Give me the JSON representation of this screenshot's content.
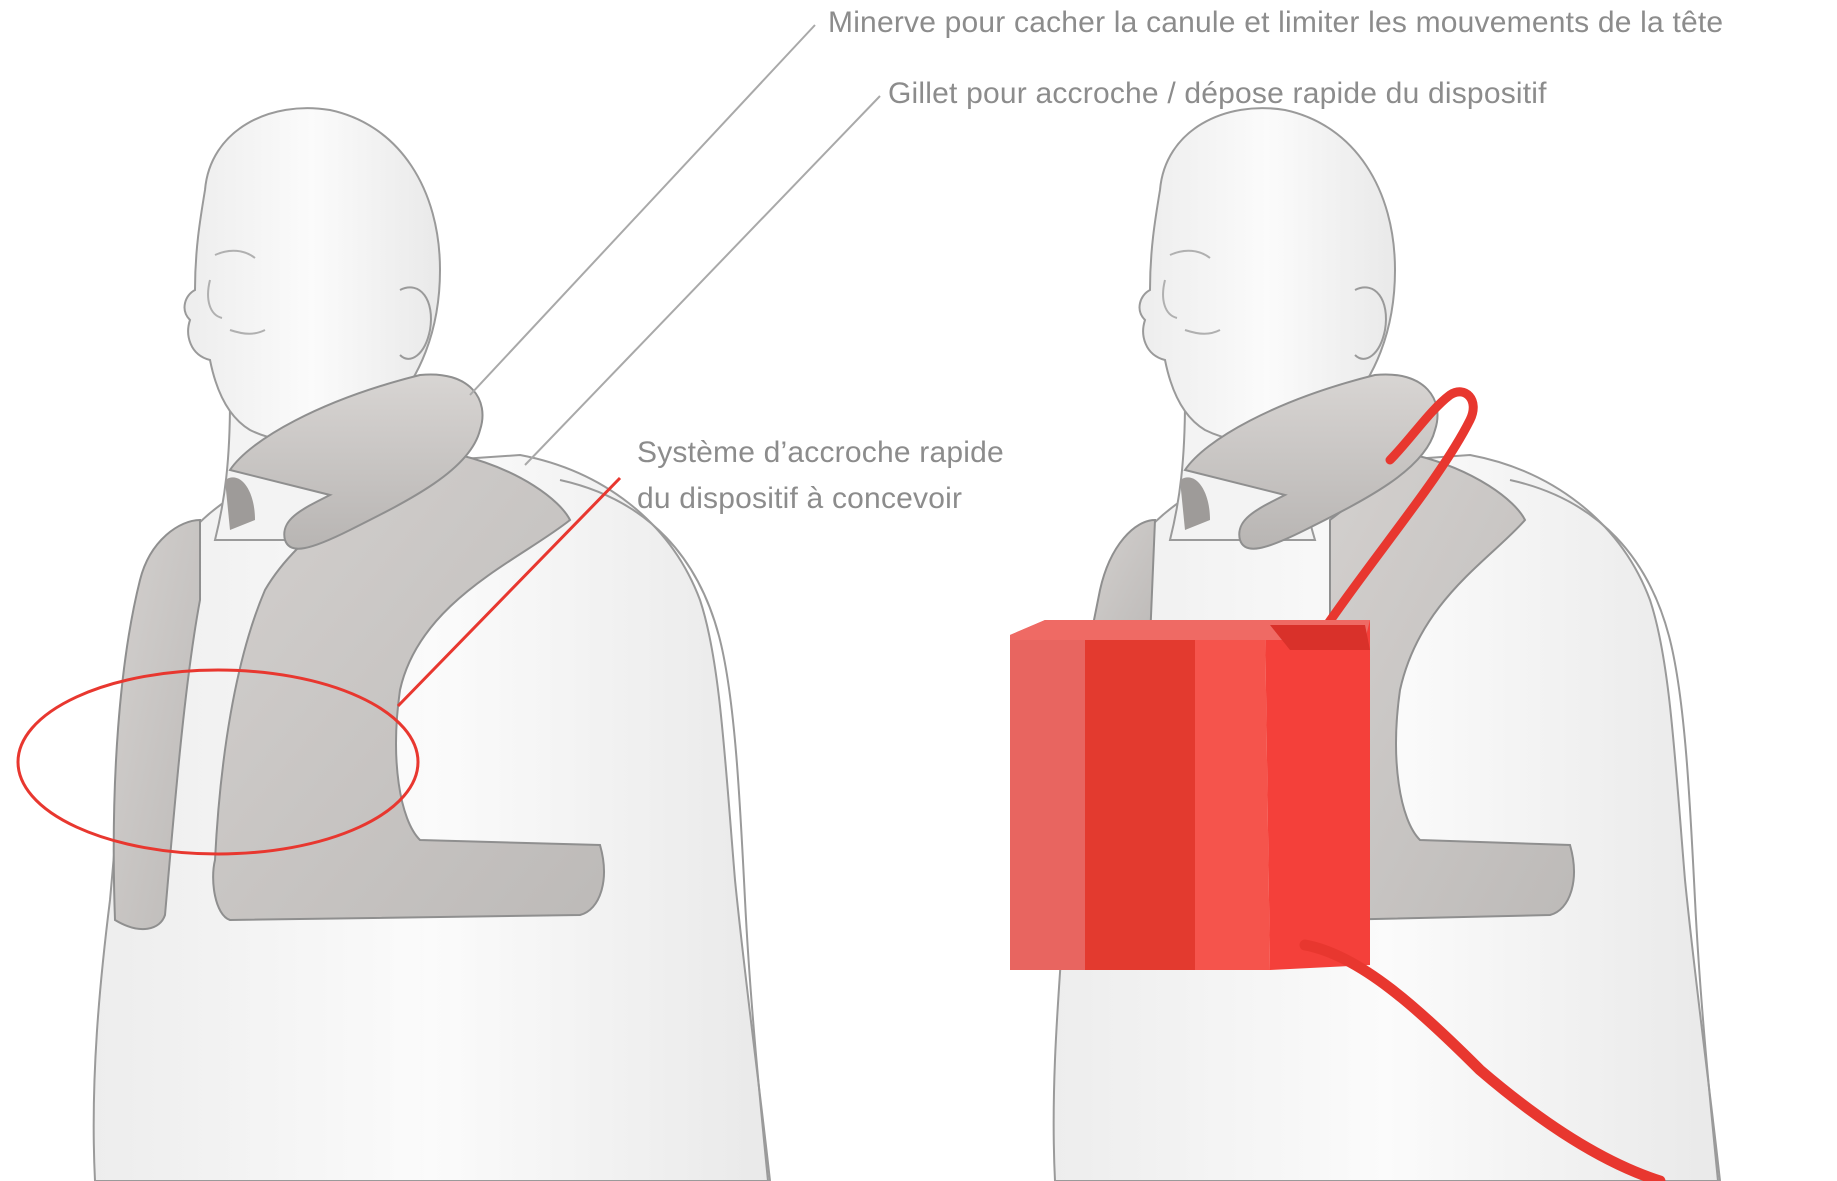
{
  "annotations": {
    "minerve": "Minerve pour cacher la canule et limiter les mouvements de la tête",
    "gillet": "Gillet pour accroche / dépose rapide du dispositif",
    "systeme_line1": "Système d’accroche rapide",
    "systeme_line2": "du dispositif à concevoir"
  },
  "colors": {
    "annotation_text": "#8c8c8c",
    "leader_line_gray": "#a9a9a9",
    "highlight_red": "#e8372f",
    "device_red": "#f2403a",
    "vest_gray": "#c9c6c4",
    "body_white": "#f7f7f7",
    "outline_gray": "#9a9a9a"
  },
  "figures": {
    "left": "mannequin-with-collar-and-vest",
    "right": "mannequin-with-collar-vest-and-red-device"
  }
}
